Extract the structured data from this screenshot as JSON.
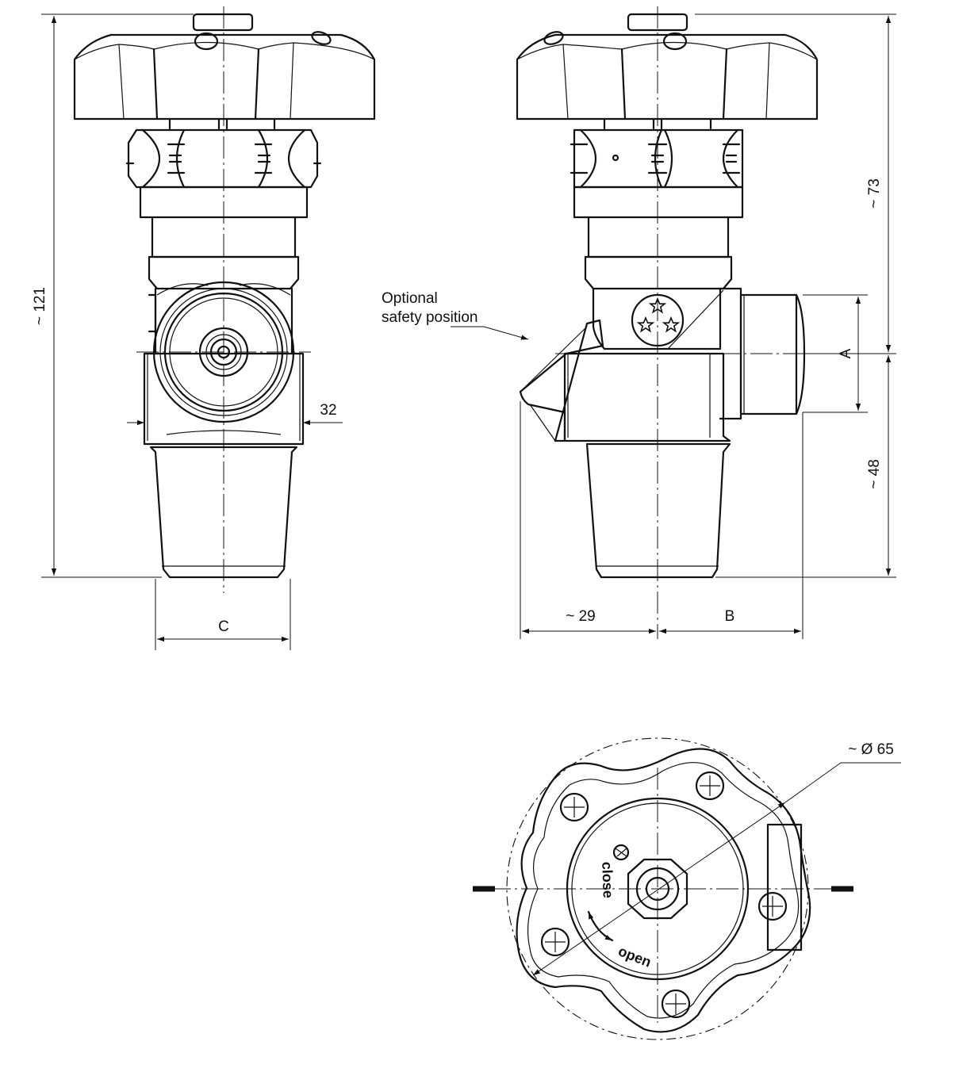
{
  "dimensions": {
    "overall_height": "~ 121",
    "upper_height": "~ 73",
    "lower_height": "~ 48",
    "body_width": "32",
    "port_height": "A",
    "outlet_length": "B",
    "taper_width": "C",
    "safety_offset": "~ 29",
    "handwheel_diameter": "~ Ø 65"
  },
  "callout": {
    "line1": "Optional",
    "line2": "safety position"
  },
  "handwheel_marks": {
    "close": "close",
    "open": "open"
  }
}
